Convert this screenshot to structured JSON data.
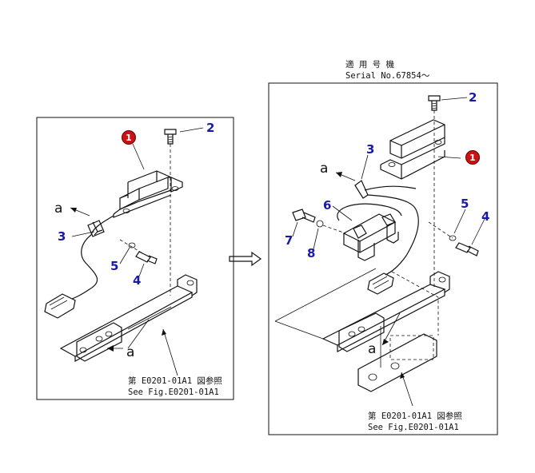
{
  "serial": {
    "heading": "適 用 号 機",
    "number": "Serial No.67854～"
  },
  "left_panel": {
    "callouts": {
      "c1": "1",
      "c2": "2",
      "c3": "3",
      "c4": "4",
      "c5": "5"
    },
    "view_letter_top": "a",
    "view_letter_bottom": "a",
    "ref_jp": "第 E0201-01A1 図参照",
    "ref_en": "See Fig.E0201-01A1"
  },
  "right_panel": {
    "callouts": {
      "c1": "1",
      "c2": "2",
      "c3": "3",
      "c4": "4",
      "c5": "5",
      "c6": "6",
      "c7": "7",
      "c8": "8"
    },
    "view_letter_top": "a",
    "view_letter_bottom": "a",
    "ref_jp": "第 E0201-01A1 図参照",
    "ref_en": "See Fig.E0201-01A1"
  },
  "colors": {
    "callout_number": "#1a1aa8",
    "badge_fill": "#c81414",
    "line": "#111111"
  }
}
